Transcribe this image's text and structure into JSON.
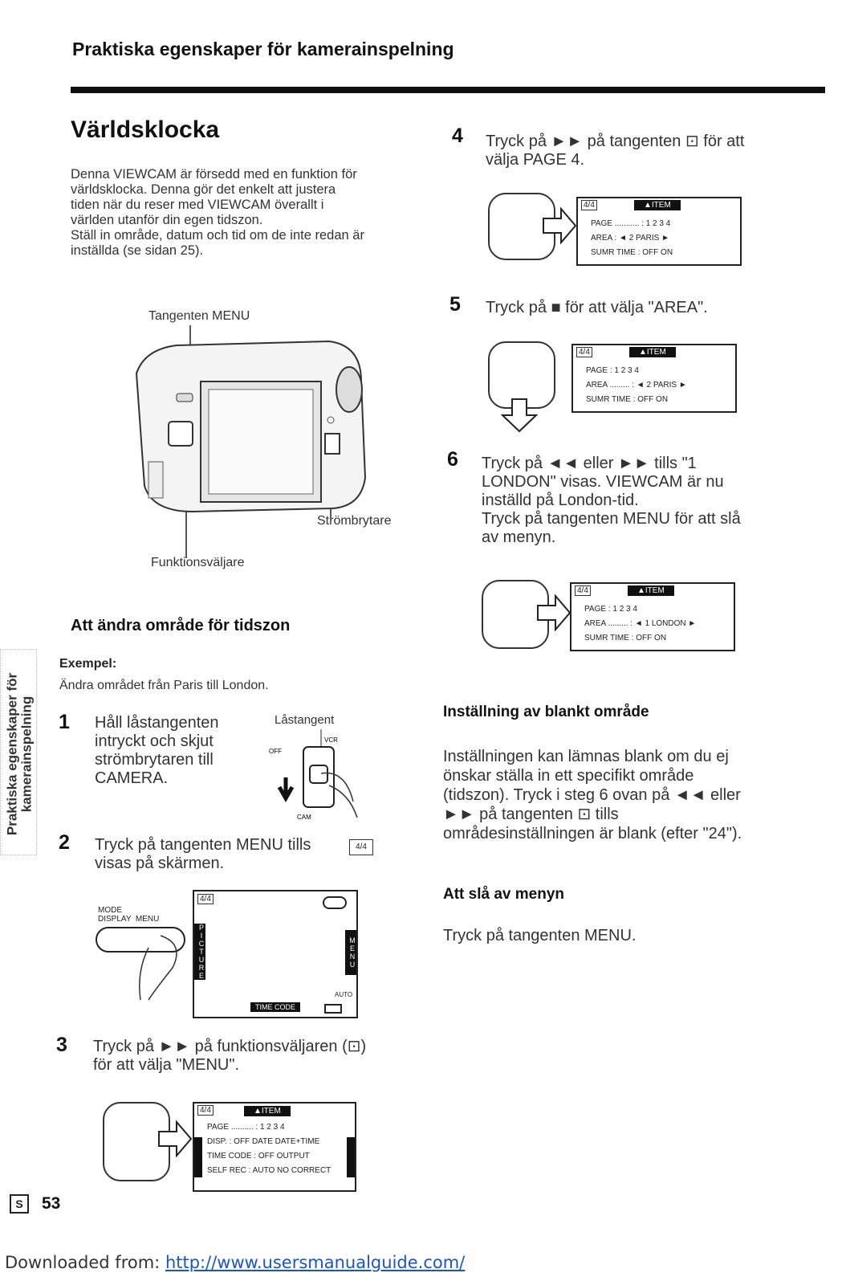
{
  "header": {
    "title": "Praktiska egenskaper för kamerainspelning"
  },
  "section": {
    "title": "Världsklocka",
    "intro_lines": [
      "Denna VIEWCAM är försedd med en funktion för",
      "världsklocka. Denna gör det enkelt att justera",
      "tiden när du reser med VIEWCAM överallt i",
      "världen utanför din egen tidszon.",
      "Ställ in område, datum och tid om de inte redan är",
      "inställda (se sidan 25)."
    ]
  },
  "camera_labels": {
    "menu_key": "Tangenten MENU",
    "power_switch": "Strömbrytare",
    "function_selector": "Funktionsväljare"
  },
  "change_area": {
    "title": "Att ändra område för tidszon",
    "example_label": "Exempel:",
    "example_text": "Ändra området från Paris till London."
  },
  "steps": [
    {
      "num": "1",
      "lines": [
        "Håll låstangenten",
        "intryckt och skjut",
        "strömbrytaren till",
        "CAMERA."
      ]
    },
    {
      "num": "2",
      "lines": [
        "Tryck på tangenten MENU tills",
        "visas på skärmen."
      ]
    },
    {
      "num": "3",
      "lines": [
        "Tryck på ►► på funktionsväljaren (⊡)",
        "för att välja \"MENU\"."
      ]
    },
    {
      "num": "4",
      "lines": [
        "Tryck på ►► på tangenten ⊡ för att",
        "välja PAGE 4."
      ]
    },
    {
      "num": "5",
      "lines": [
        "Tryck på  ■  för att välja \"AREA\"."
      ]
    },
    {
      "num": "6",
      "lines": [
        "Tryck på ◄◄ eller ►► tills \"1",
        "LONDON\" visas. VIEWCAM är nu",
        "inställd på London-tid.",
        "Tryck på tangenten MENU för att slå",
        "av menyn."
      ]
    }
  ],
  "step1_figure": {
    "label": "Låstangent",
    "off": "OFF",
    "vcr": "VCR",
    "cam": "CAM"
  },
  "step2_figure": {
    "buttons": "MODE\nDISPLAY  MENU",
    "menu_icon": "4/4",
    "left_tab": "PICTURE",
    "right_tab": "MENU",
    "auto": "AUTO",
    "time_code": "TIME CODE"
  },
  "screens": {
    "item": "▲ITEM",
    "step3": [
      "PAGE .......... : 1  2  3  4",
      "DISP.  : OFF  DATE  DATE+TIME",
      "TIME CODE   : OFF     OUTPUT",
      "SELF REC : AUTO   NO CORRECT"
    ],
    "step4": [
      "PAGE ........... : 1  2  3  4",
      "AREA          : ◄  2 PARIS  ►",
      "SUMR TIME   : OFF          ON"
    ],
    "step5": [
      "PAGE          : 1  2  3  4",
      "AREA ......... : ◄  2 PARIS  ►",
      "SUMR TIME   : OFF          ON"
    ],
    "step6": [
      "PAGE          : 1  2  3  4",
      "AREA ......... : ◄  1 LONDON ►",
      "SUMR TIME   : OFF          ON"
    ]
  },
  "blank_area": {
    "title": "Inställning av blankt område",
    "lines": [
      "Inställningen kan lämnas blank om du ej",
      "önskar ställa in ett specifikt område",
      "(tidszon). Tryck i steg 6 ovan på ◄◄ eller",
      "►► på tangenten ⊡ tills",
      "områdesinställningen är blank (efter \"24\")."
    ]
  },
  "menu_off": {
    "title": "Att slå av menyn",
    "text": "Tryck på tangenten MENU."
  },
  "sidebar": {
    "text": "Praktiska egenskaper för kamerainspelning"
  },
  "page": {
    "marker": "S",
    "number": "53"
  },
  "footer": {
    "prefix": "Downloaded from: ",
    "url": "http://www.usersmanualguide.com/"
  }
}
